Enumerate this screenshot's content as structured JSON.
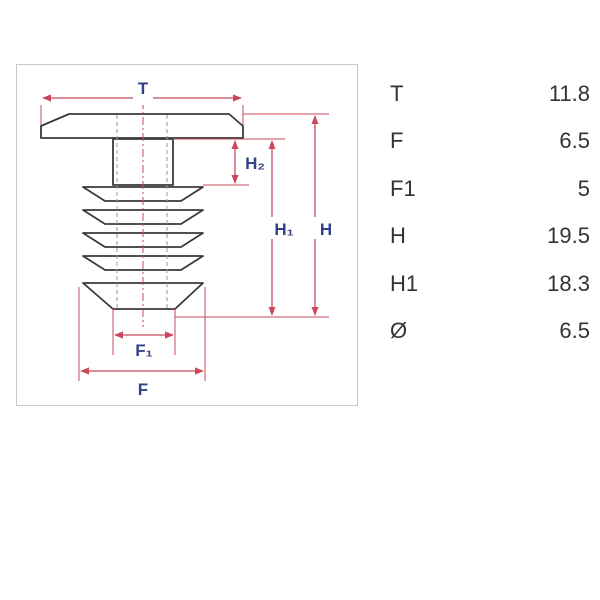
{
  "colors": {
    "dimension": "#c9485b",
    "outline": "#3a3a3a",
    "label": "#2f4287",
    "frame_border": "#c8c8c8",
    "table_text": "#333333"
  },
  "diagram": {
    "labels": {
      "t": "T",
      "h2": "H₂",
      "h1": "H₁",
      "h": "H",
      "f1": "F₁",
      "f": "F"
    }
  },
  "specs": [
    {
      "name": "T",
      "value": "11.8"
    },
    {
      "name": "F",
      "value": "6.5"
    },
    {
      "name": "F1",
      "value": "5"
    },
    {
      "name": "H",
      "value": "19.5"
    },
    {
      "name": "H1",
      "value": "18.3"
    },
    {
      "name": "Ø",
      "value": "6.5"
    }
  ]
}
